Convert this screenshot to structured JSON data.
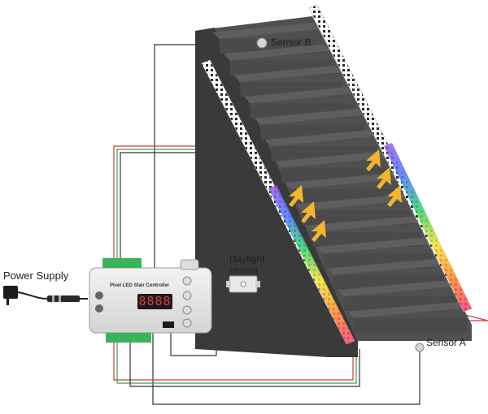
{
  "labels": {
    "power_supply": "Power Supply",
    "sensor_b": "Sensor B",
    "sensor_a": "Sensor A",
    "daylight_line1": "Daylight",
    "daylight_line2": "sensor"
  },
  "controller": {
    "title": "Pixel LED Stair Controller",
    "display": "8888"
  },
  "colors": {
    "stair_dark": "#3c3c3c",
    "stair_top": "#5e5e5e",
    "stair_front": "#4a4a4a",
    "arrow": "#f2b52c",
    "wire_red": "#cc3b3b",
    "wire_green": "#3d9a55",
    "wire_dark": "#333333",
    "terminal_green": "#3bb35a"
  }
}
